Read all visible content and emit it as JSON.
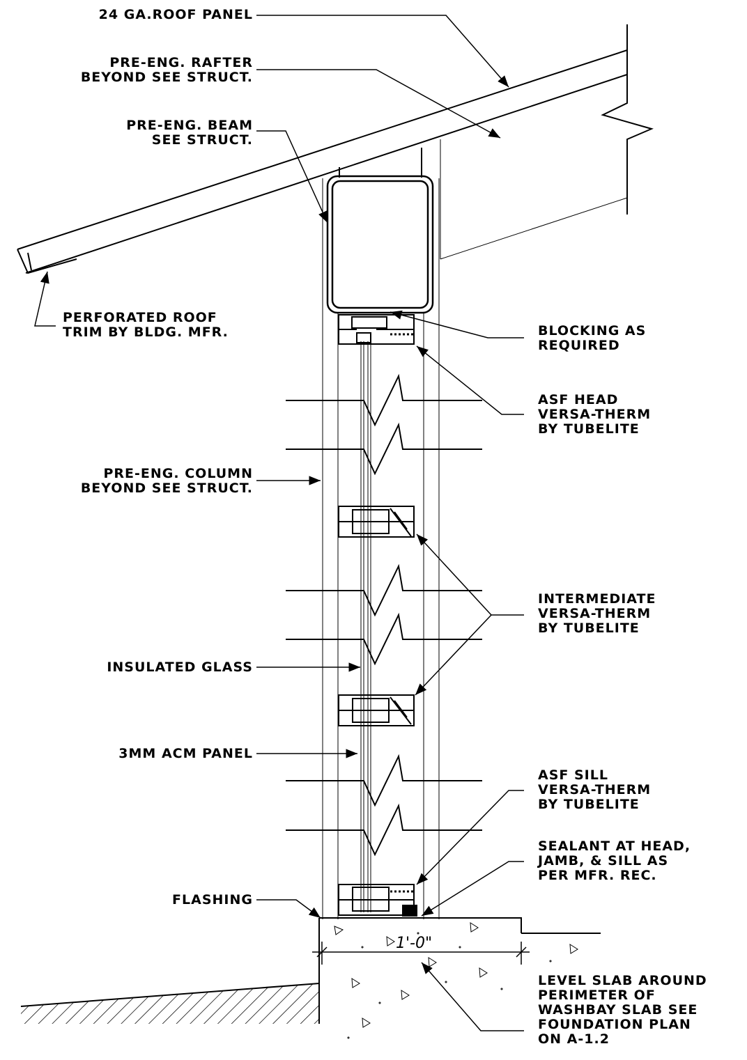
{
  "labels": {
    "roof_panel": "24 GA.ROOF PANEL",
    "rafter": "PRE-ENG. RAFTER\nBEYOND SEE STRUCT.",
    "beam": "PRE-ENG. BEAM\nSEE STRUCT.",
    "roof_trim": "PERFORATED ROOF\nTRIM BY BLDG. MFR.",
    "blocking": "BLOCKING AS\nREQUIRED",
    "asf_head": "ASF HEAD\nVERSA-THERM\nBY TUBELITE",
    "column": "PRE-ENG. COLUMN\nBEYOND SEE STRUCT.",
    "intermediate": "INTERMEDIATE\nVERSA-THERM\nBY TUBELITE",
    "insulated_glass": "INSULATED GLASS",
    "acm_panel": "3MM ACM PANEL",
    "asf_sill": "ASF SILL\nVERSA-THERM\nBY TUBELITE",
    "sealant": "SEALANT AT HEAD,\nJAMB, & SILL AS\nPER MFR. REC.",
    "flashing": "FLASHING",
    "level_slab": "LEVEL SLAB AROUND\nPERIMETER OF\nWASHBAY SLAB SEE\nFOUNDATION PLAN\nON A-1.2",
    "dimension": "1'-0\""
  }
}
